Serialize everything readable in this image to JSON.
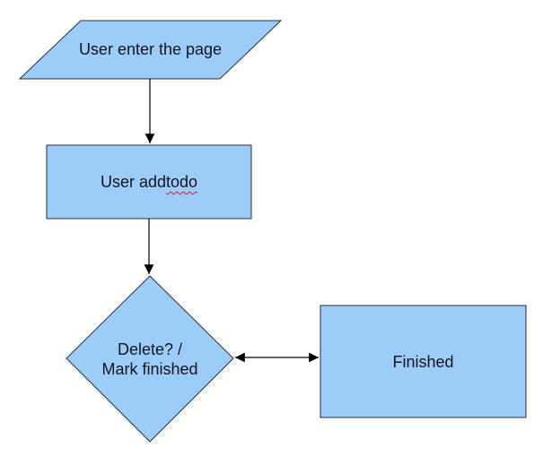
{
  "colors": {
    "canvas_bg": "#ffffff",
    "shape_fill": "#9ccdf9",
    "shape_border": "#28303a",
    "arrow_color": "#000000",
    "text_color": "#14141e",
    "squiggle_color": "#cc2222"
  },
  "nodes": {
    "start": {
      "shape": "parallelogram",
      "label": "User enter the page"
    },
    "add_todo": {
      "shape": "rectangle",
      "prefix": "User add",
      "misspelled": "todo"
    },
    "decision": {
      "shape": "diamond",
      "line1": "Delete? /",
      "line2": "Mark finished"
    },
    "finished": {
      "shape": "rectangle",
      "label": "Finished"
    }
  }
}
